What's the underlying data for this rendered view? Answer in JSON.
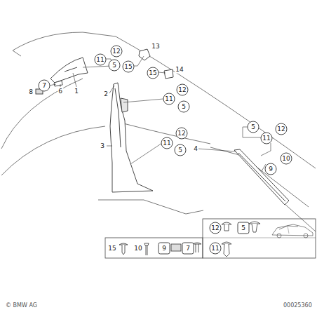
{
  "diagram": {
    "labels": [
      "12",
      "11",
      "5",
      "15",
      "13",
      "15",
      "14",
      "7",
      "8",
      "6",
      "1",
      "2",
      "12",
      "11",
      "5",
      "12",
      "11",
      "5",
      "3",
      "4",
      "5",
      "12",
      "11",
      "9",
      "10",
      "12",
      "5",
      "15",
      "10",
      "9",
      "7",
      "11",
      "© BMW AG",
      "00025360"
    ]
  }
}
